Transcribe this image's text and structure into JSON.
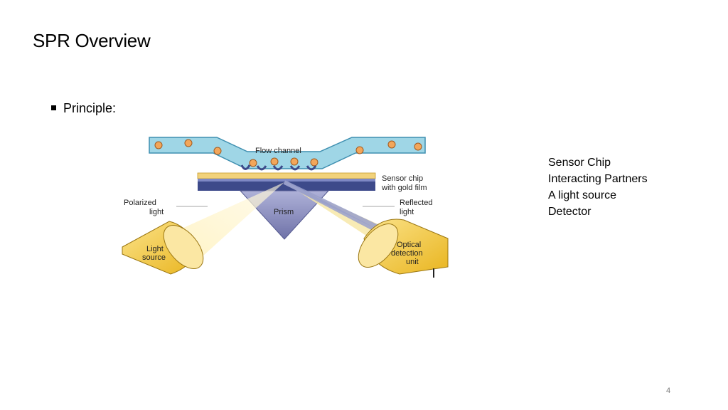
{
  "slide": {
    "title": "SPR Overview",
    "bullet": "Principle:",
    "page_number": "4"
  },
  "components": [
    "Sensor Chip",
    "Interacting Partners",
    "A light source",
    "Detector"
  ],
  "diagram": {
    "labels": {
      "flow_channel": "Flow channel",
      "sensor_chip_1": "Sensor chip",
      "sensor_chip_2": "with gold film",
      "polarized_1": "Polarized",
      "polarized_2": "light",
      "reflected_1": "Reflected",
      "reflected_2": "light",
      "prism": "Prism",
      "light_source_1": "Light",
      "light_source_2": "source",
      "detector_1": "Optical",
      "detector_2": "detection",
      "detector_3": "unit"
    },
    "colors": {
      "channel_fill": "#9fd6e6",
      "channel_stroke": "#3f8fb0",
      "particle": "#f2a65a",
      "gold_film": "#f2d27a",
      "chip_base": "#3d4a8a",
      "prism": "#8c8fbf",
      "cone": "#f1c233",
      "beam": "#f7e7a8",
      "reflected_beam": "#9aa0cc"
    }
  }
}
